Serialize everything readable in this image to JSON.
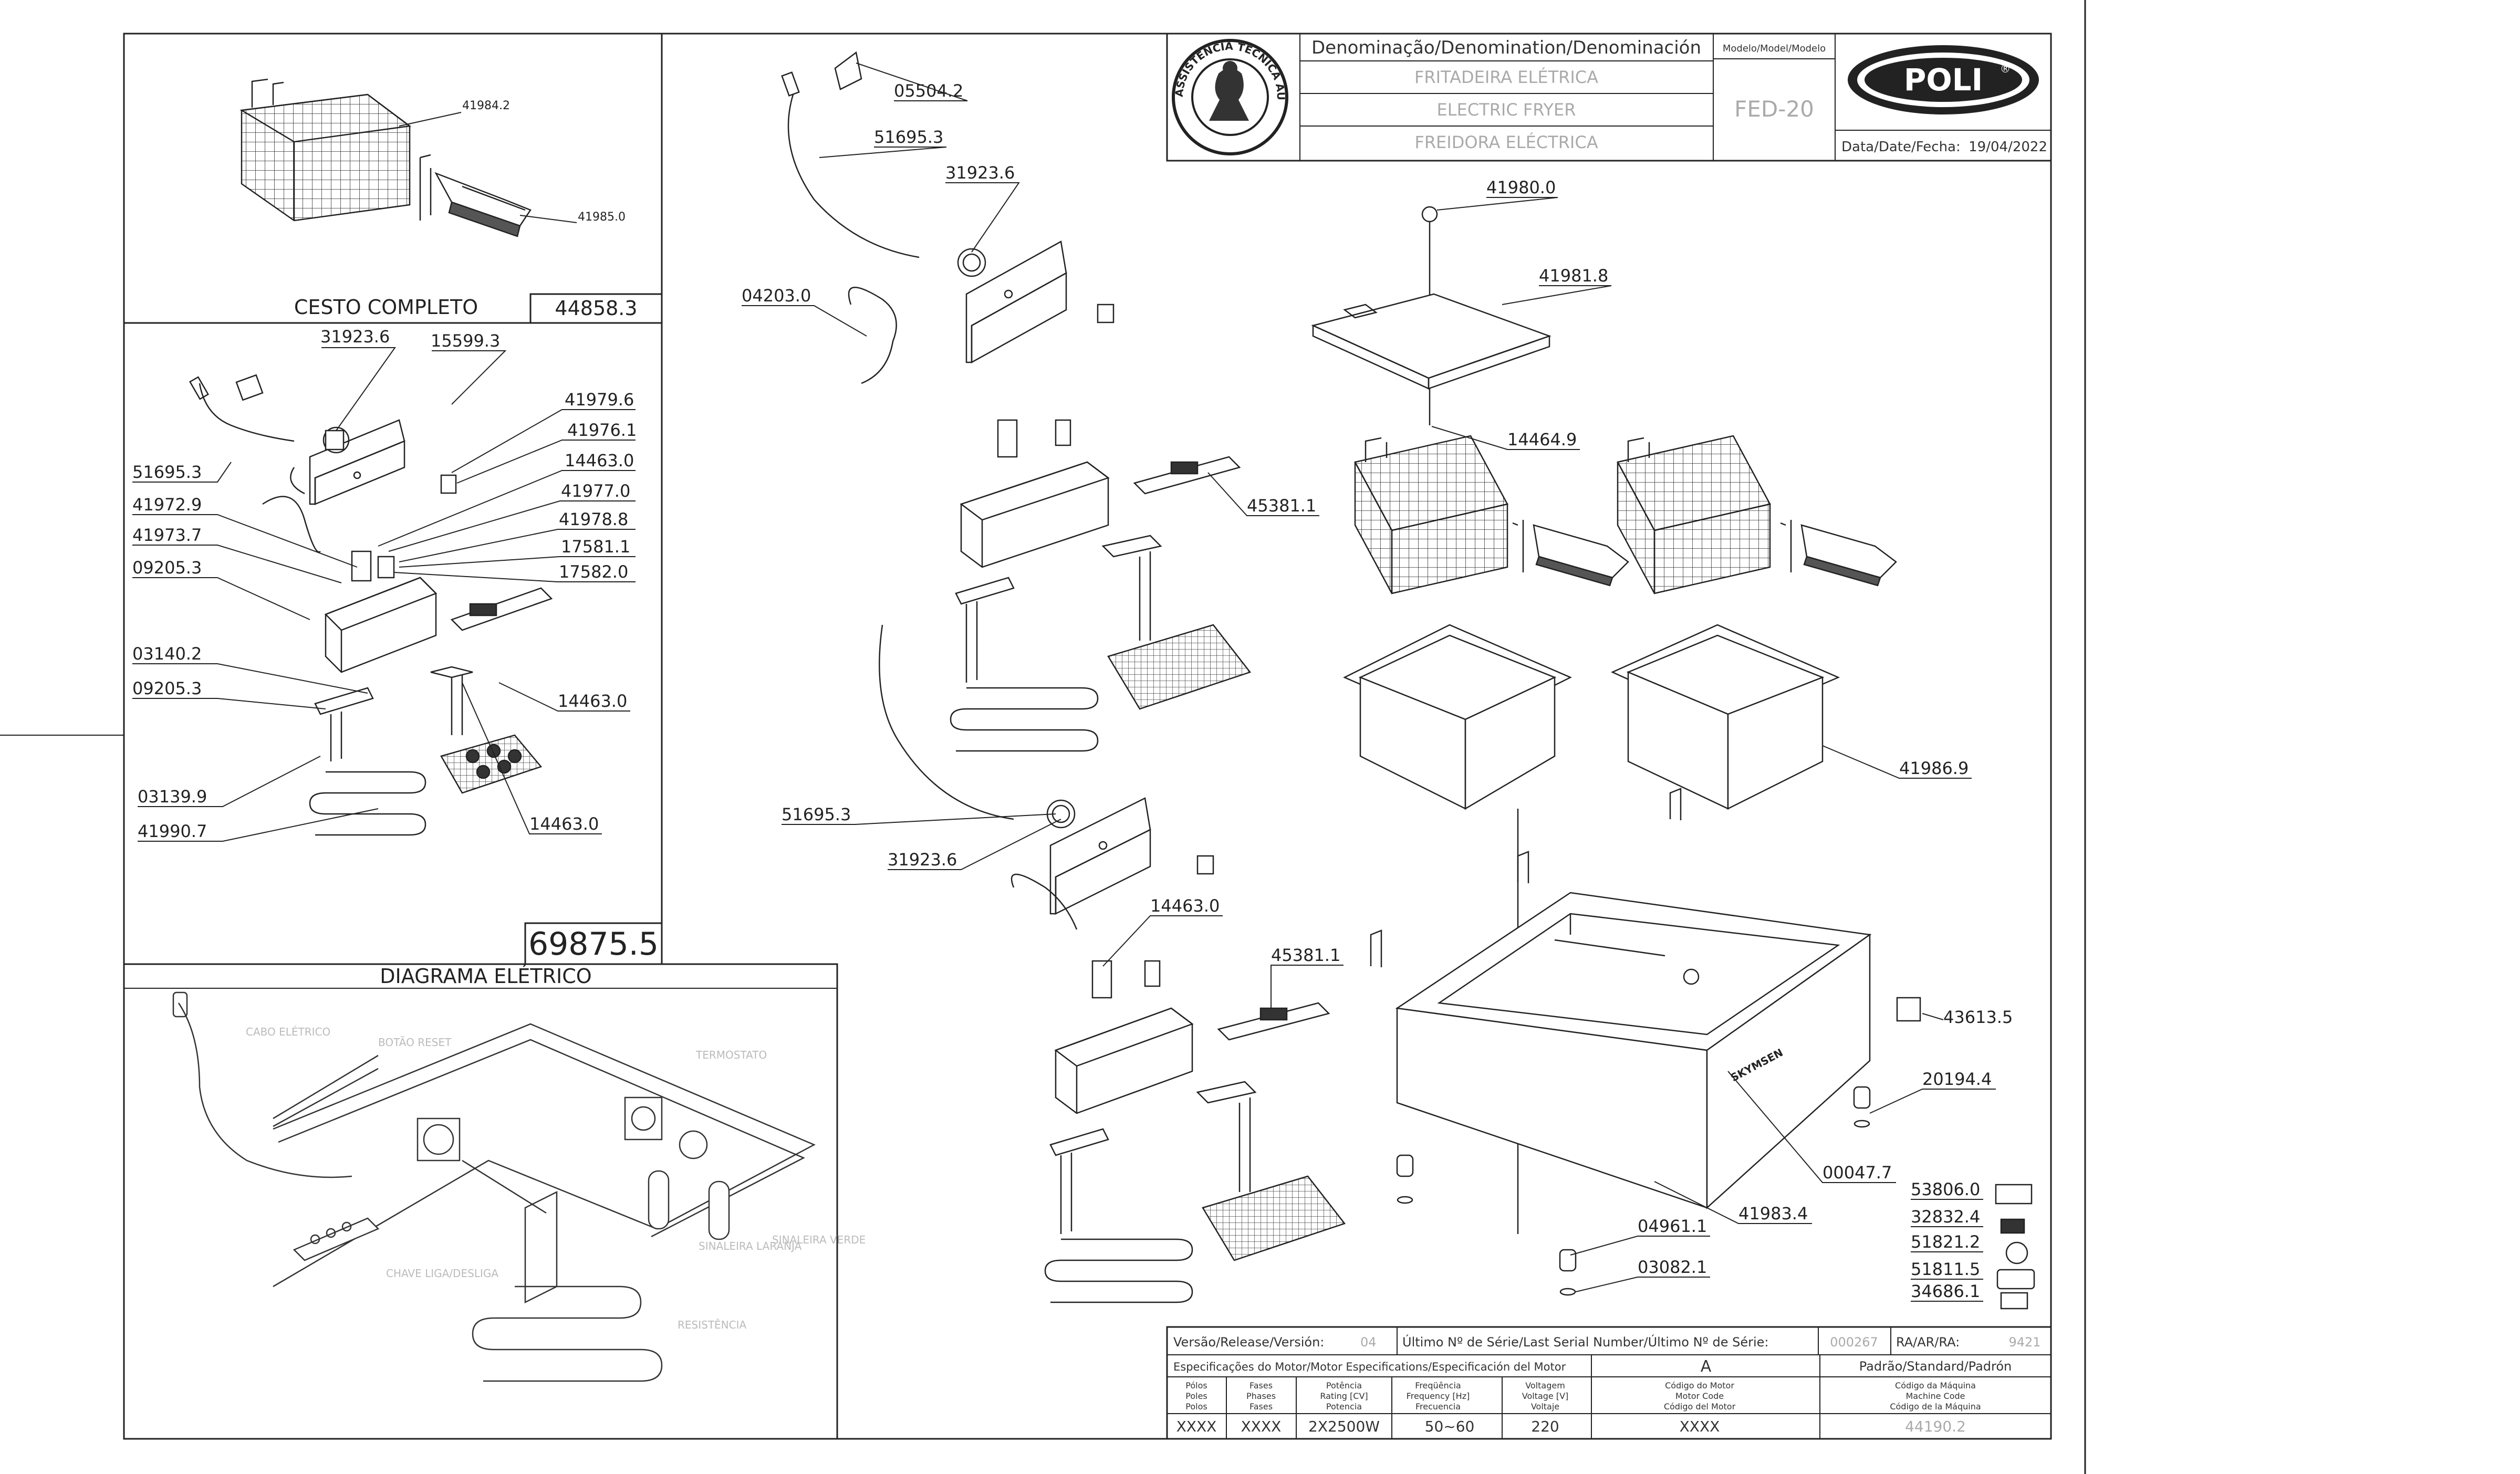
{
  "title_block": {
    "denomination_header": "Denominação/Denomination/Denominación",
    "model_header": "Modelo/Model/Modelo",
    "name_pt": "FRITADEIRA ELÉTRICA",
    "name_en": "ELECTRIC FRYER",
    "name_es": "FREIDORA ELÉCTRICA",
    "model": "FED-20",
    "date_label": "Data/Date/Fecha:",
    "date_value": "19/04/2022",
    "logo_text": "POLI",
    "logo_mark": "®",
    "seal_text": "ASSISTÊNCIA TÉCNICA AUTORIZADA"
  },
  "panels": {
    "basket_title": "CESTO COMPLETO",
    "basket_code": "44858.3",
    "assembly_code": "69875.5",
    "wiring_title": "DIAGRAMA ELÉTRICO"
  },
  "basket_parts": [
    "41984.2",
    "41985.0"
  ],
  "side_parts": {
    "p1": "31923.6",
    "p2": "15599.3",
    "p3": "41979.6",
    "p4": "41976.1",
    "p5": "14463.0",
    "p6": "41977.0",
    "p7": "41978.8",
    "p8": "17581.1",
    "p9": "17582.0",
    "p10": "51695.3",
    "p11": "41972.9",
    "p12": "41973.7",
    "p13": "09205.3",
    "p14": "03140.2",
    "p15": "09205.3",
    "p16": "14463.0",
    "p17": "03139.9",
    "p18": "41990.7",
    "p19": "14463.0"
  },
  "main_parts": {
    "m1": "05504.2",
    "m2": "51695.3",
    "m3": "31923.6",
    "m4": "04203.0",
    "m5": "45381.1",
    "m6": "51695.3",
    "m7": "31923.6",
    "m8": "14463.0",
    "m9": "45381.1",
    "m10": "41980.0",
    "m11": "41981.8",
    "m12": "14464.9",
    "m13": "41986.9",
    "m14": "43613.5",
    "m15": "20194.4",
    "m16": "00047.7",
    "m17": "41983.4",
    "m18": "04961.1",
    "m19": "03082.1",
    "m20": "53806.0",
    "m21": "32832.4",
    "m22": "51821.2",
    "m23": "51811.5",
    "m24": "34686.1"
  },
  "fryer_brand": "SKYMSEN",
  "wiring_labels": {
    "w1": "CABO ELÉTRICO",
    "w2": "BOTÃO RESET",
    "w3": "TERMOSTATO",
    "w4": "CHAVE LIGA/DESLIGA",
    "w5": "SINALEIRA LARANJA",
    "w6": "SINALEIRA VERDE",
    "w7": "RESISTÊNCIA"
  },
  "release_row": {
    "version_label": "Versão/Release/Versión:",
    "version_value": "04",
    "serial_label": "Último Nº de Série/Last Serial Number/Último Nº de Série:",
    "serial_value": "000267",
    "ra_label": "RA/AR/RA:",
    "ra_value": "9421"
  },
  "spec_table": {
    "motor_spec_header": "Especificações do Motor/Motor Especifications/Especificación del Motor",
    "standard_letter": "A",
    "standard_header": "Padrão/Standard/Padrón",
    "columns": [
      {
        "label": [
          "Pólos",
          "Poles",
          "Polos"
        ],
        "value": "XXXX"
      },
      {
        "label": [
          "Fases",
          "Phases",
          "Fases"
        ],
        "value": "XXXX"
      },
      {
        "label": [
          "Potência",
          "Rating [CV]",
          "Potencia"
        ],
        "value": "2X2500W"
      },
      {
        "label": [
          "Freqüência",
          "Frequency [Hz]",
          "Frecuencia"
        ],
        "value": "50~60"
      },
      {
        "label": [
          "Voltagem",
          "Voltage [V]",
          "Voltaje"
        ],
        "value": "220"
      },
      {
        "label": [
          "Código do Motor",
          "Motor Code",
          "Código del Motor"
        ],
        "value": "XXXX"
      },
      {
        "label": [
          "Código da Máquina",
          "Machine Code",
          "Código de la Máquina"
        ],
        "value": "44190.2"
      }
    ]
  }
}
